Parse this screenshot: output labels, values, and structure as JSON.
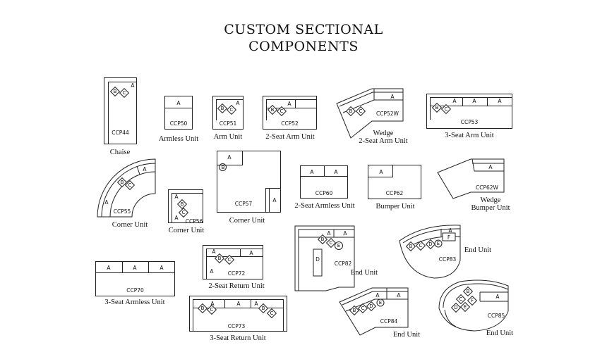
{
  "title": {
    "line1": "CUSTOM  SECTIONAL",
    "line2": "COMPONENTS"
  },
  "components": [
    {
      "code": "CCP44",
      "name": "Chaise",
      "seats": [
        "A",
        "B",
        "C"
      ]
    },
    {
      "code": "CCP50",
      "name": "Armless Unit",
      "seats": [
        "A"
      ]
    },
    {
      "code": "CCP51",
      "name": "Arm Unit",
      "seats": [
        "A",
        "B",
        "C"
      ]
    },
    {
      "code": "CCP52",
      "name": "2-Seat Arm Unit",
      "seats": [
        "A",
        "B",
        "C"
      ]
    },
    {
      "code": "CCP52W",
      "name_line1": "Wedge",
      "name_line2": "2-Seat Arm Unit",
      "seats": [
        "A",
        "B",
        "C"
      ]
    },
    {
      "code": "CCP53",
      "name": "3-Seat Arm Unit",
      "seats": [
        "A",
        "A",
        "A",
        "B",
        "C"
      ]
    },
    {
      "code": "CCP55",
      "name": "Corner Unit",
      "seats": [
        "A",
        "A",
        "B",
        "C"
      ]
    },
    {
      "code": "CCP56",
      "name": "Corner Unit",
      "seats": [
        "A",
        "A",
        "B",
        "C"
      ]
    },
    {
      "code": "CCP57",
      "name": "Corner Unit",
      "seats": [
        "A",
        "B",
        "A"
      ]
    },
    {
      "code": "CCP60",
      "name": "2-Seat Armless Unit",
      "seats": [
        "A",
        "A"
      ]
    },
    {
      "code": "CCP62",
      "name": "Bumper Unit",
      "seats": [
        "A"
      ]
    },
    {
      "code": "CCP62W",
      "name_line1": "Wedge",
      "name_line2": "Bumper Unit",
      "seats": [
        "A"
      ]
    },
    {
      "code": "CCP70",
      "name": "3-Seat Armless Unit",
      "seats": [
        "A",
        "A",
        "A"
      ]
    },
    {
      "code": "CCP72",
      "name": "2-Seat Return Unit",
      "seats": [
        "A",
        "A",
        "A",
        "B",
        "C"
      ]
    },
    {
      "code": "CCP73",
      "name": "3-Seat Return Unit",
      "seats": [
        "A",
        "A",
        "A",
        "B",
        "C",
        "B",
        "C"
      ]
    },
    {
      "code": "CCP82",
      "name": "End Unit",
      "seats": [
        "A",
        "A",
        "B",
        "C",
        "E",
        "D"
      ]
    },
    {
      "code": "CCP83",
      "name": "End Unit",
      "seats": [
        "A",
        "F",
        "B",
        "C",
        "D",
        "E"
      ]
    },
    {
      "code": "CCP84",
      "name": "End Unit",
      "seats": [
        "A",
        "A",
        "B",
        "C",
        "D",
        "E"
      ]
    },
    {
      "code": "CCP85",
      "name": "End Unit",
      "seats": [
        "A",
        "B",
        "C",
        "D",
        "E",
        "F"
      ]
    }
  ]
}
